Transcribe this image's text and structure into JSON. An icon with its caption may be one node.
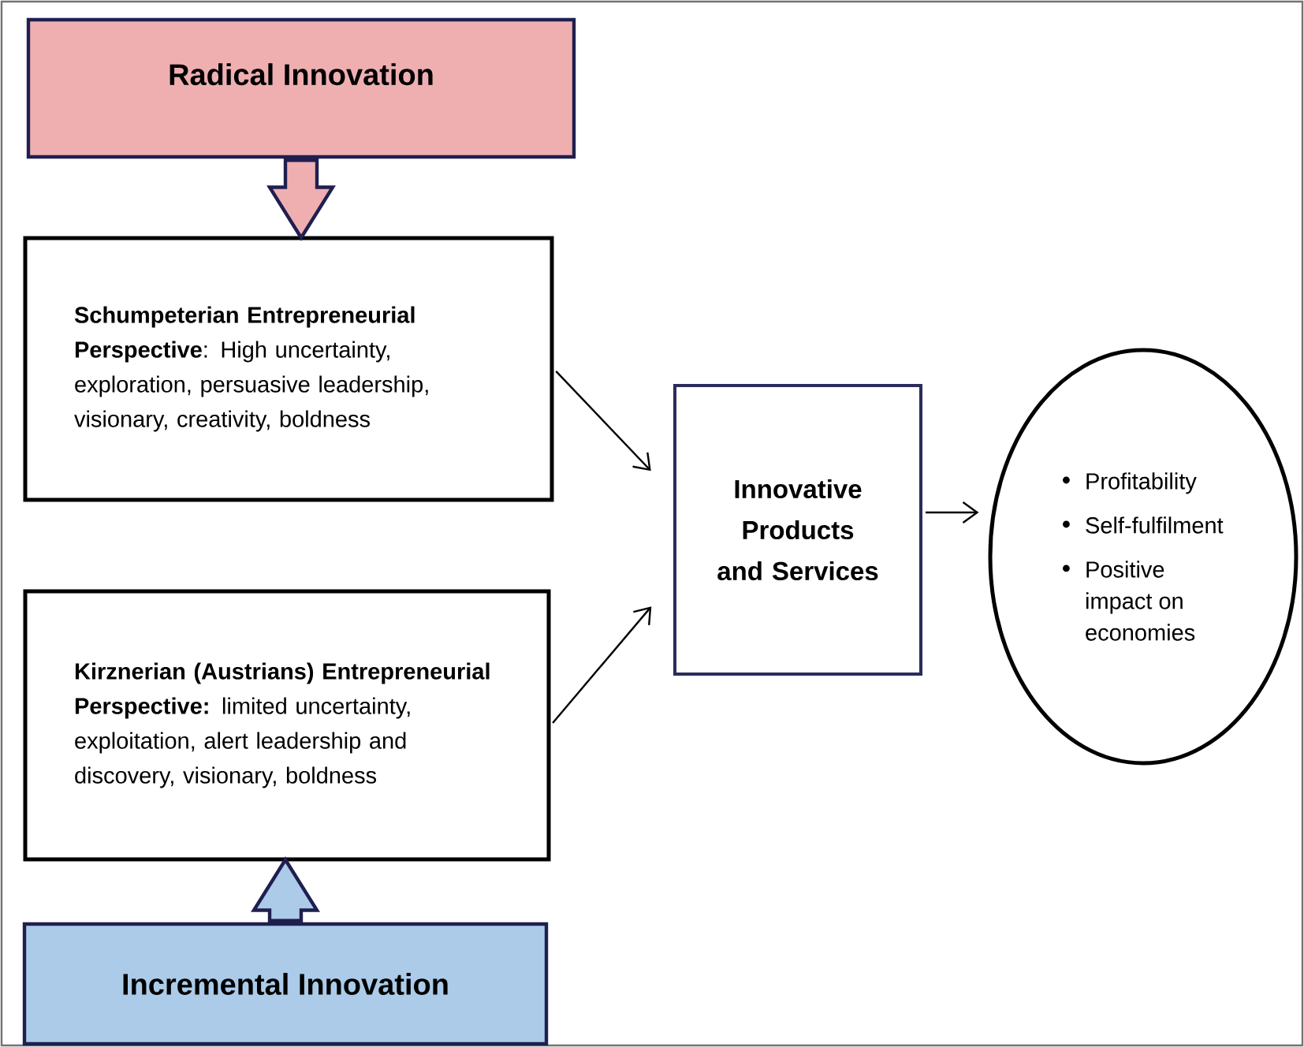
{
  "diagram": {
    "nodes": [
      {
        "text": [
          "Radical Innovation"
        ]
      },
      {
        "text": [
          "**Schumpeterian Entrepreneurial Perspective**: High uncertainty, exploration, persuasive leadership, visionary, creativity, boldness"
        ]
      },
      {
        "text": [
          "**Kirznerian (Austrians) Entrepreneurial Perspective:** limited uncertainty, exploitation, alert leadership and discovery, visionary, boldness"
        ]
      },
      {
        "text": [
          "Incremental Innovation"
        ]
      },
      {
        "text": [
          "Innovative Products and Services"
        ]
      },
      {
        "text": [
          "Profitability",
          "Self-fulfilment",
          "Positive impact on economies"
        ]
      }
    ],
    "edges": [
      {
        "from": 0,
        "to": 1,
        "arrow": "to",
        "style": "thick",
        "color": "#efafb1"
      },
      {
        "from": 3,
        "to": 2,
        "arrow": "to",
        "style": "thick",
        "color": "#abcbe9"
      },
      {
        "from": 1,
        "to": 4,
        "arrow": "to"
      },
      {
        "from": 2,
        "to": 4,
        "arrow": "to"
      },
      {
        "from": 4,
        "to": 5,
        "arrow": "to"
      }
    ]
  }
}
